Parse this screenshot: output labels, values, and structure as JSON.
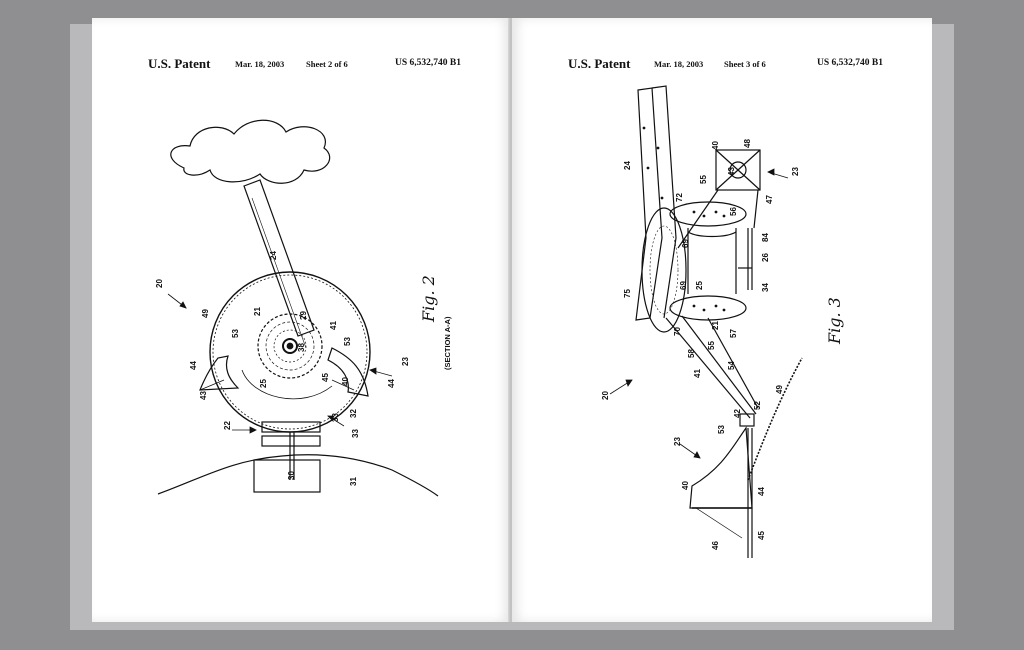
{
  "left_page": {
    "header": {
      "patent": "U.S. Patent",
      "date": "Mar. 18, 2003",
      "sheet": "Sheet 2 of 6",
      "number": "US 6,532,740 B1"
    },
    "figure_label": "Fig. 2",
    "section_label": "(SECTION A-A)",
    "refs": [
      "20",
      "49",
      "24",
      "21",
      "29",
      "41",
      "53",
      "38",
      "53",
      "25",
      "45",
      "40",
      "44",
      "43",
      "23",
      "44",
      "32",
      "22",
      "33",
      "33",
      "30",
      "31"
    ]
  },
  "right_page": {
    "header": {
      "patent": "U.S. Patent",
      "date": "Mar. 18, 2003",
      "sheet": "Sheet 3 of 6",
      "number": "US 6,532,740 B1"
    },
    "figure_label": "Fig. 3",
    "refs": [
      "24",
      "40",
      "48",
      "43",
      "23",
      "55",
      "56",
      "47",
      "72",
      "84",
      "69",
      "26",
      "34",
      "69",
      "25",
      "75",
      "21",
      "57",
      "70",
      "58",
      "55",
      "54",
      "41",
      "20",
      "49",
      "42",
      "52",
      "53",
      "23",
      "40",
      "44",
      "45",
      "46"
    ]
  },
  "colors": {
    "background": "#8f8f91",
    "page": "#ffffff",
    "ink": "#111111"
  }
}
